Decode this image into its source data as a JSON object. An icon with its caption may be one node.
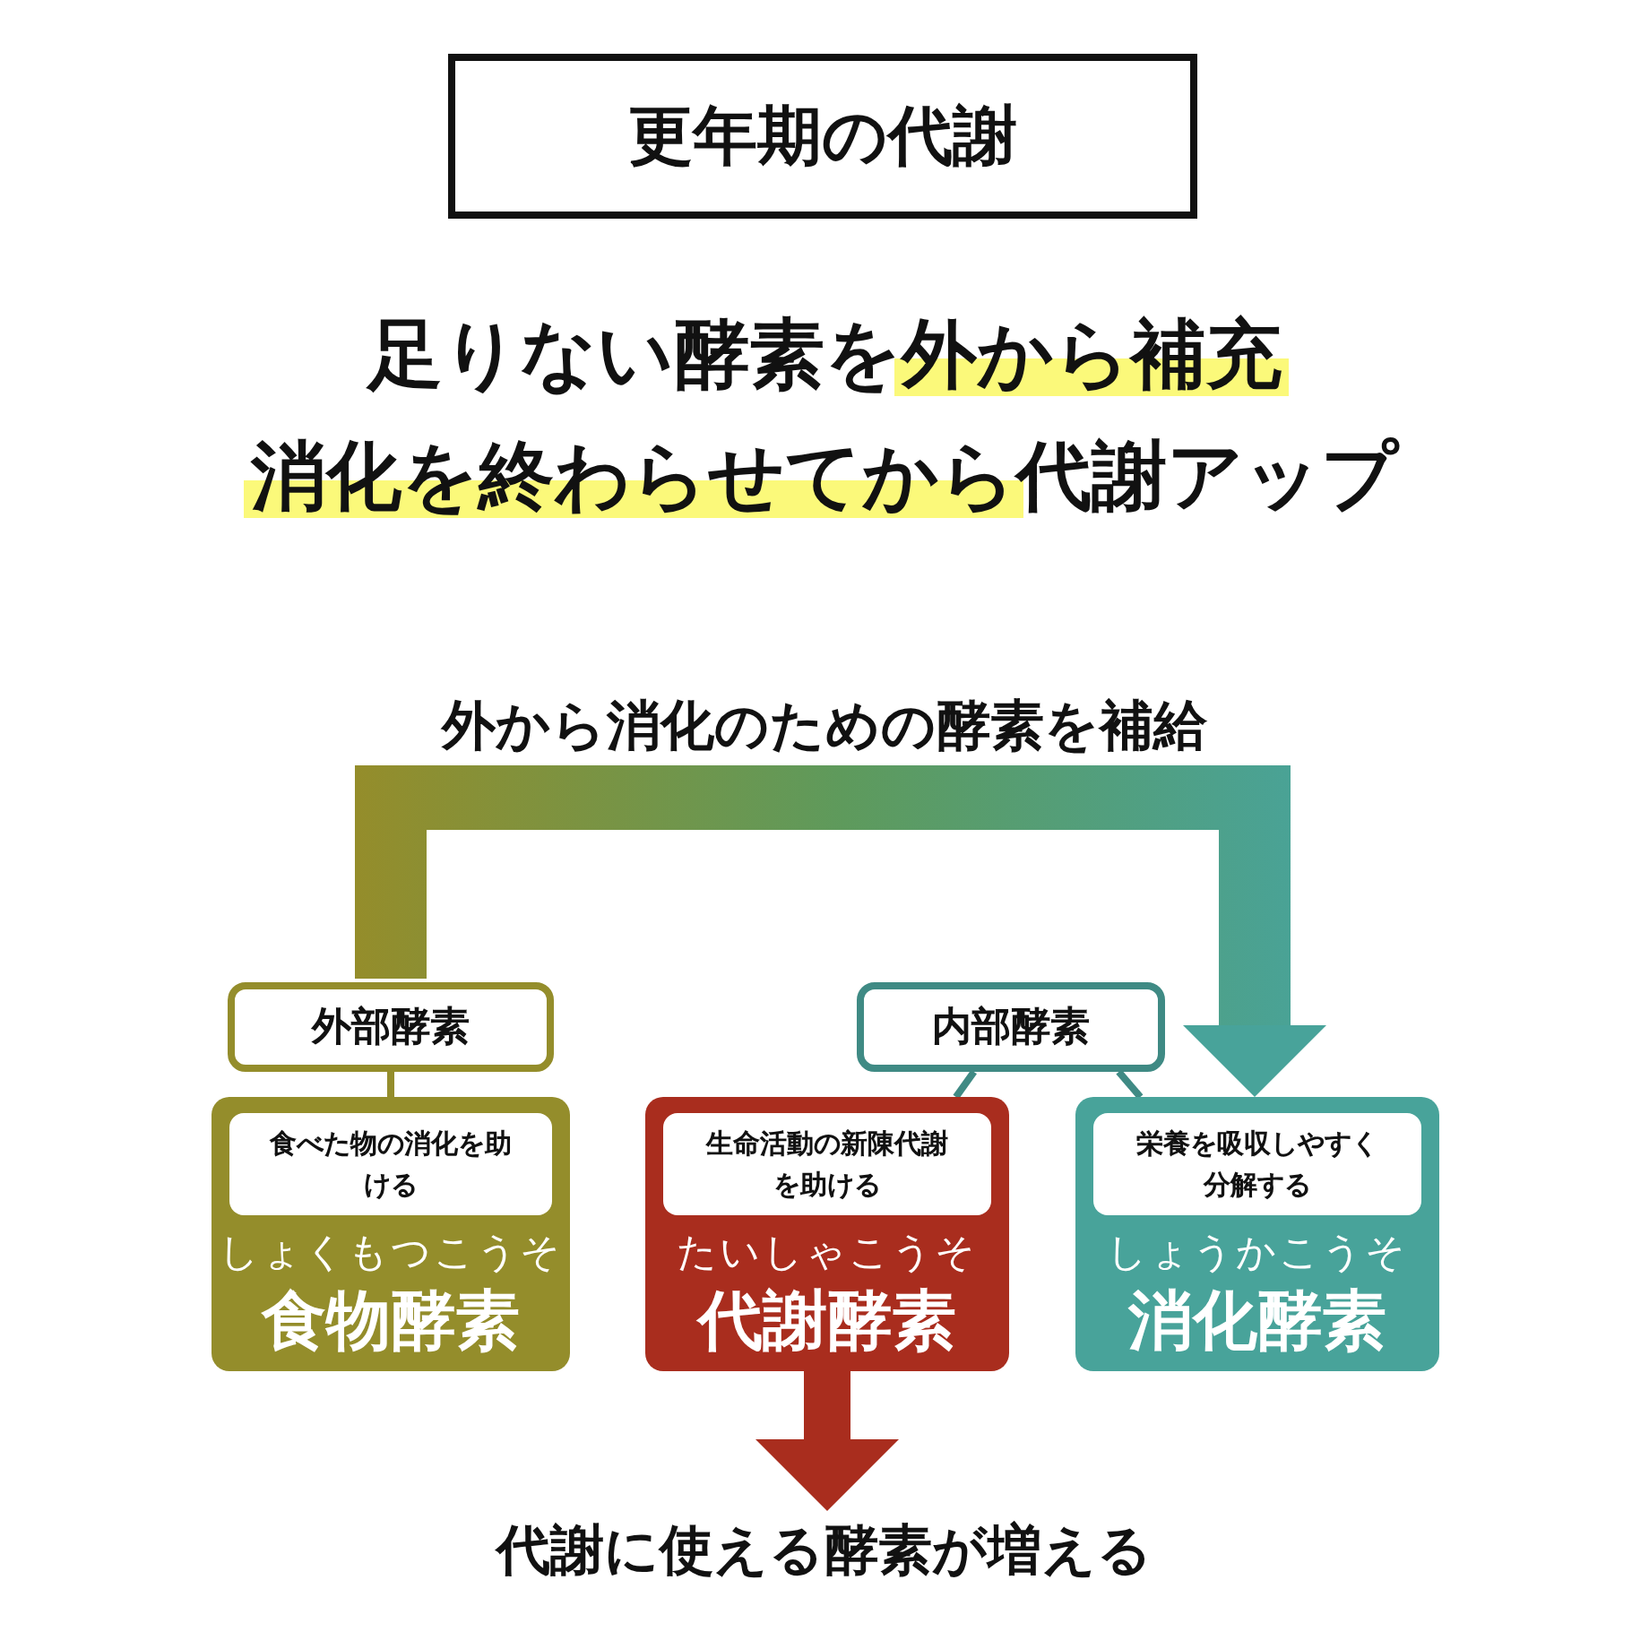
{
  "diagram": {
    "title": "更年期の代謝",
    "nodes": [
      {
        "text": [
          "外部酵素"
        ]
      },
      {
        "text": [
          "内部酵素"
        ]
      },
      {
        "text": [
          "食べた物の消化を助ける",
          "しょくもつこうそ",
          "食物酵素"
        ]
      },
      {
        "text": [
          "生命活動の新陳代謝を助ける",
          "たいしゃこうそ",
          "代謝酵素"
        ]
      },
      {
        "text": [
          "栄養を吸収しやすく分解する",
          "しょうかこうそ",
          "消化酵素"
        ]
      },
      {
        "text": [
          "代謝に使える酵素が増える"
        ]
      }
    ],
    "edges": [
      {
        "from": 0,
        "to": 4,
        "arrow": "to",
        "label": "外から消化のための酵素を補給",
        "style": "thick"
      },
      {
        "from": 0,
        "to": 2,
        "arrow": "none"
      },
      {
        "from": 1,
        "to": 3,
        "arrow": "none"
      },
      {
        "from": 1,
        "to": 4,
        "arrow": "none"
      },
      {
        "from": 3,
        "to": 5,
        "arrow": "to",
        "style": "thick",
        "color": "#a92d1e"
      }
    ],
    "labels": [
      "足りない酵素を外から補充",
      "消化を終わらせてから代謝アップ"
    ]
  }
}
